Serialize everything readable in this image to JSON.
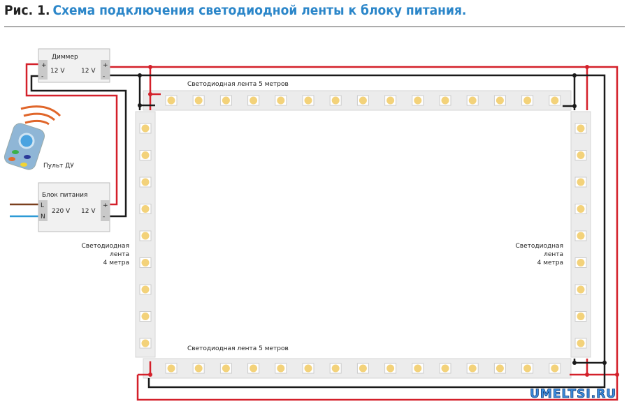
{
  "title": {
    "figure": "Рис. 1.",
    "text": "Схема подключения светодиодной ленты к блоку питания."
  },
  "dimmer": {
    "label": "Диммер",
    "in_voltage": "12 V",
    "out_voltage": "12 V",
    "plus": "+",
    "minus": "-"
  },
  "remote": {
    "label": "Пульт ДУ"
  },
  "power_supply": {
    "label": "Блок питания",
    "L": "L",
    "N": "N",
    "in_voltage": "220 V",
    "out_voltage": "12 V",
    "plus": "+",
    "minus": "-"
  },
  "strips": {
    "top": "Светодиодная лента  5 метров",
    "bottom": "Светодиодная лента  5 метров",
    "left": [
      "Светодиодная",
      "лента",
      "4 метра"
    ],
    "right": [
      "Светодиодная",
      "лента",
      "4 метра"
    ]
  },
  "watermark": "UMELTSI.RU",
  "colors": {
    "red_wire": "#d4202a",
    "black_wire": "#1a1a1a",
    "led": "#f3d27a",
    "strip": "#ebebeb",
    "title_blue": "#2b86c9"
  }
}
